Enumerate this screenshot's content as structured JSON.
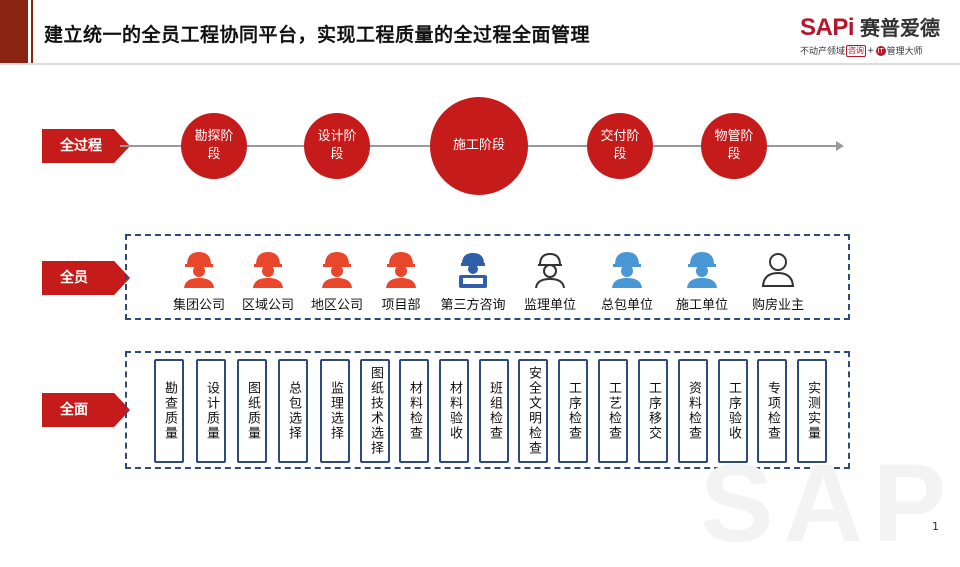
{
  "header": {
    "title": "建立统一的全员工程协同平台，实现工程质量的全过程全面管理",
    "logo_en": "SAPi",
    "logo_cn": "赛普爱德",
    "logo_sub_pre": "不动产领域",
    "logo_sub_box": "咨询",
    "logo_sub_plus": "+",
    "logo_sub_circ": "IT",
    "logo_sub_post": "管理大师"
  },
  "rows": {
    "process_label": "全过程",
    "staff_label": "全员",
    "scope_label": "全面"
  },
  "stages": [
    {
      "label": "勘探阶段"
    },
    {
      "label": "设计阶段"
    },
    {
      "label": "施工阶段"
    },
    {
      "label": "交付阶段"
    },
    {
      "label": "物管阶段"
    }
  ],
  "people": [
    {
      "label": "集团公司",
      "icon": "red-hardhat-worker-icon",
      "color": "#e8472c"
    },
    {
      "label": "区域公司",
      "icon": "red-hardhat-worker-icon",
      "color": "#e8472c"
    },
    {
      "label": "地区公司",
      "icon": "red-hardhat-worker-icon",
      "color": "#e8472c"
    },
    {
      "label": "项目部",
      "icon": "red-hardhat-worker-icon",
      "color": "#e8472c"
    },
    {
      "label": "第三方咨询",
      "icon": "consultant-icon",
      "color": "#2e5fa8"
    },
    {
      "label": "监理单位",
      "icon": "supervisor-outline-icon",
      "color": "#333333"
    },
    {
      "label": "总包单位",
      "icon": "blue-hardhat-worker-icon",
      "color": "#4a97d6"
    },
    {
      "label": "施工单位",
      "icon": "blue-hardhat-worker-icon",
      "color": "#4a97d6"
    },
    {
      "label": "购房业主",
      "icon": "owner-outline-icon",
      "color": "#333333"
    }
  ],
  "scope_items": [
    "勘查质量",
    "设计质量",
    "图纸质量",
    "总包选择",
    "监理选择",
    "图纸技术选择",
    "材料检查",
    "材料验收",
    "班组检查",
    "安全文明检查",
    "工序检查",
    "工艺检查",
    "工序移交",
    "资料检查",
    "工序验收",
    "专项检查",
    "实测实量"
  ],
  "watermark": "SAPi",
  "page_number": "1",
  "colors": {
    "accent": "#c51b1b",
    "border": "#2e4a7a",
    "brand": "#b6152b"
  }
}
